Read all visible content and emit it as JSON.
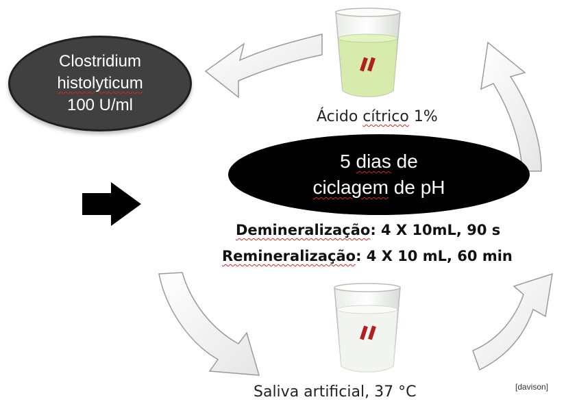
{
  "organism": {
    "line1": "Clostridium",
    "line2": "histolyticum",
    "line3": "100 U/ml"
  },
  "cycle": {
    "line1_num": "5",
    "line1_word": "dias",
    "line1_tail": "de",
    "line2_word": "ciclagem",
    "line2_tail": "de pH"
  },
  "acid_cup": {
    "label_word": "Ácido",
    "label_word2": "cítrico",
    "label_tail": "1%",
    "liquid_color": "#d4eaa8"
  },
  "saliva_cup": {
    "label": "Saliva artificial, 37 °C",
    "liquid_color": "#f2f5ef"
  },
  "protocol": {
    "demin_word": "Demineralização",
    "demin_value": ": 4 X 10mL, 90 s",
    "remin_word": "Remineralização",
    "remin_value": ": 4 X 10 mL, 60 min"
  },
  "credit": "[davison]",
  "colors": {
    "ellipse_dark": "#404040",
    "ellipse_black": "#000000",
    "specimen": "#b02020"
  }
}
